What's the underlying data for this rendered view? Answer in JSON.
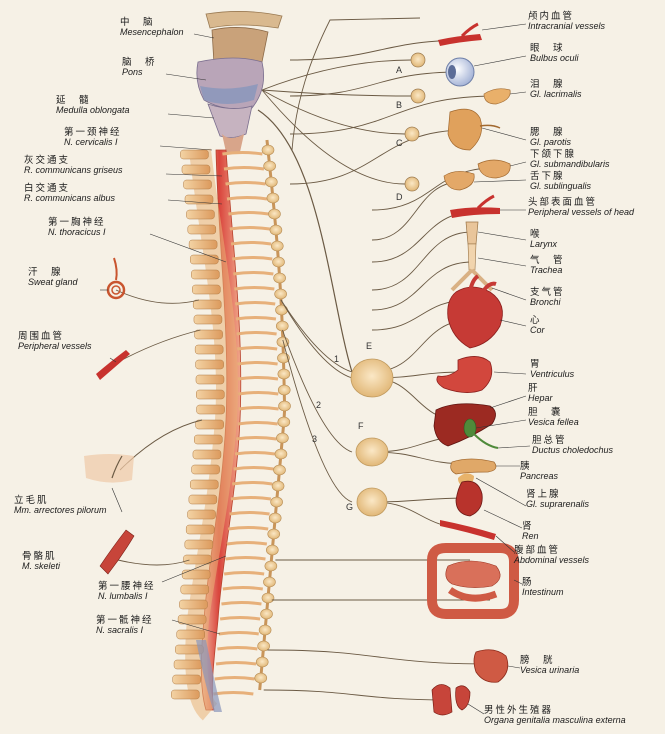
{
  "left_labels": [
    {
      "id": "mesencephalon",
      "zh": "中　脑",
      "la": "Mesencephalon"
    },
    {
      "id": "pons",
      "zh": "脑　桥",
      "la": "Pons"
    },
    {
      "id": "medulla",
      "zh": "延　髓",
      "la": "Medulla oblongata"
    },
    {
      "id": "n-cervicalis",
      "zh": "第一颈神经",
      "la": "N. cervicalis I"
    },
    {
      "id": "r-griseus",
      "zh": "灰交通支",
      "la": "R. communicans griseus"
    },
    {
      "id": "r-albus",
      "zh": "白交通支",
      "la": "R. communicans albus"
    },
    {
      "id": "n-thoracicus",
      "zh": "第一胸神经",
      "la": "N. thoracicus I"
    },
    {
      "id": "sweat-gland",
      "zh": "汗　腺",
      "la": "Sweat gland"
    },
    {
      "id": "peripheral-vessels",
      "zh": "周围血管",
      "la": "Peripheral vessels"
    },
    {
      "id": "arrectores",
      "zh": "立毛肌",
      "la": "Mm. arrectores pilorum"
    },
    {
      "id": "m-skeleti",
      "zh": "骨骼肌",
      "la": "M. skeleti"
    },
    {
      "id": "n-lumbalis",
      "zh": "第一腰神经",
      "la": "N. lumbalis I"
    },
    {
      "id": "n-sacralis",
      "zh": "第一骶神经",
      "la": "N. sacralis I"
    }
  ],
  "right_labels": [
    {
      "id": "intracranial",
      "zh": "颅内血管",
      "la": "Intracranial vessels"
    },
    {
      "id": "bulbus-oculi",
      "zh": "眼　球",
      "la": "Bulbus oculi"
    },
    {
      "id": "gl-lacrimalis",
      "zh": "泪　腺",
      "la": "Gl. lacrimalis"
    },
    {
      "id": "gl-parotis",
      "zh": "腮　腺",
      "la": "Gl. parotis"
    },
    {
      "id": "gl-submandibularis",
      "zh": "下颌下腺",
      "la": "Gl. submandibularis"
    },
    {
      "id": "gl-sublingualis",
      "zh": "舌下腺",
      "la": "Gl. sublingualis"
    },
    {
      "id": "peripheral-head",
      "zh": "头部表面血管",
      "la": "Peripheral vessels of head"
    },
    {
      "id": "larynx",
      "zh": "喉",
      "la": "Larynx"
    },
    {
      "id": "trachea",
      "zh": "气　管",
      "la": "Trachea"
    },
    {
      "id": "bronchi",
      "zh": "支气管",
      "la": "Bronchi"
    },
    {
      "id": "cor",
      "zh": "心",
      "la": "Cor"
    },
    {
      "id": "ventriculus",
      "zh": "胃",
      "la": "Ventriculus"
    },
    {
      "id": "hepar",
      "zh": "肝",
      "la": "Hepar"
    },
    {
      "id": "vesica-fellea",
      "zh": "胆　囊",
      "la": "Vesica fellea"
    },
    {
      "id": "ductus-choledochus",
      "zh": "胆总管",
      "la": "Ductus choledochus"
    },
    {
      "id": "pancreas",
      "zh": "胰",
      "la": "Pancreas"
    },
    {
      "id": "gl-suprarenalis",
      "zh": "肾上腺",
      "la": "Gl. suprarenalis"
    },
    {
      "id": "ren",
      "zh": "肾",
      "la": "Ren"
    },
    {
      "id": "abdominal-vessels",
      "zh": "腹部血管",
      "la": "Abdominal vessels"
    },
    {
      "id": "intestinum",
      "zh": "肠",
      "la": "Intestinum"
    },
    {
      "id": "vesica-urinaria",
      "zh": "膀　胱",
      "la": "Vesica urinaria"
    },
    {
      "id": "organa-genitalia",
      "zh": "男性外生殖器",
      "la": "Organa genitalia masculina externa"
    }
  ],
  "ganglion_letters": [
    "A",
    "B",
    "C",
    "D",
    "E",
    "F",
    "G"
  ],
  "nerve_numbers": [
    "1",
    "2",
    "3"
  ],
  "colors": {
    "background": "#f6f1e6",
    "spinal_cord": "#d9443c",
    "vertebra": "#e9b277",
    "sympathetic_chain": "#e3b478",
    "nerve": "#6b5a44",
    "brainstem": "#8a96bb"
  }
}
